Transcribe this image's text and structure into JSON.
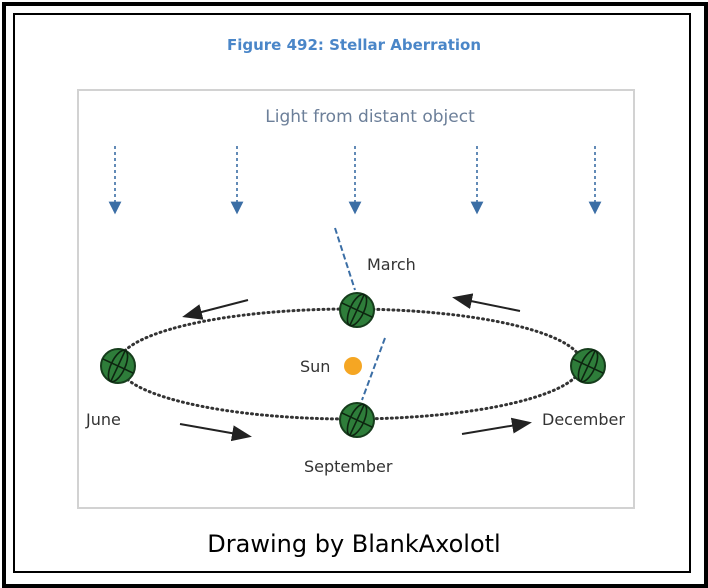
{
  "figure": {
    "title": "Figure 492: Stellar Aberration",
    "header_label": "Light from distant object",
    "caption": "Drawing by BlankAxolotl"
  },
  "labels": {
    "march": "March",
    "june": "June",
    "september": "September",
    "december": "December",
    "sun": "Sun"
  },
  "colors": {
    "title": "#4a86c8",
    "earth_fill": "#2e7d3a",
    "sun_fill": "#f5a623",
    "light_ray": "#3b6ea5",
    "orbit": "#333333"
  },
  "icons": {
    "earth": "earth-globe-icon",
    "sun": "sun-icon",
    "arrow": "direction-arrow-icon"
  }
}
